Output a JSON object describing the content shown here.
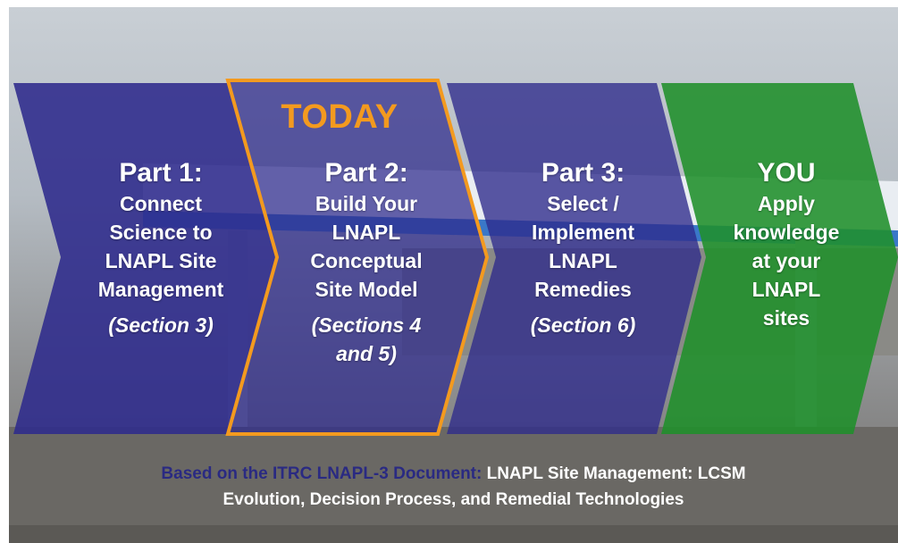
{
  "header": {
    "today_label": "TODAY"
  },
  "chevrons": [
    {
      "heading": "Part 1:",
      "lines": [
        "Connect",
        "Science to",
        "LNAPL Site",
        "Management"
      ],
      "section": "(Section 3)",
      "color": "#2e2a8c"
    },
    {
      "heading": "Part 2:",
      "lines": [
        "Build Your",
        "LNAPL",
        "Conceptual",
        "Site Model"
      ],
      "section_lines": [
        "(Sections 4",
        "and 5)"
      ],
      "color": "#2e2a8c",
      "outline_color": "#f39a1f"
    },
    {
      "heading": "Part 3:",
      "lines": [
        "Select /",
        "Implement",
        "LNAPL",
        "Remedies"
      ],
      "section": "(Section 6)",
      "color": "#2e2a8c"
    },
    {
      "heading": "YOU",
      "lines": [
        "Apply",
        "knowledge",
        "at your",
        "LNAPL",
        "sites"
      ],
      "color": "#1f8f2a"
    }
  ],
  "footer": {
    "prefix": "Based on the ITRC LNAPL-3 Document:",
    "title_part1": "LNAPL Site Management: LCSM",
    "title_part2": "Evolution, Decision Process, and Remedial Technologies"
  }
}
